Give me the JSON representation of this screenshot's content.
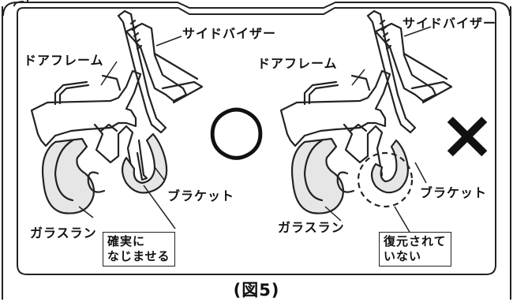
{
  "figure": {
    "caption": "(図5)"
  },
  "left_panel": {
    "result_mark": "○",
    "labels": {
      "side_visor": "サイドバイザー",
      "door_frame": "ドアフレーム",
      "bracket": "ブラケット",
      "glass_run": "ガラスラン"
    },
    "note_line1": "確実に",
    "note_line2": "なじませる"
  },
  "right_panel": {
    "result_mark": "×",
    "labels": {
      "side_visor": "サイドバイザー",
      "door_frame": "ドアフレーム",
      "bracket": "ブラケット",
      "glass_run": "ガラスラン"
    },
    "note_line1": "復元されて",
    "note_line2": "いない"
  }
}
